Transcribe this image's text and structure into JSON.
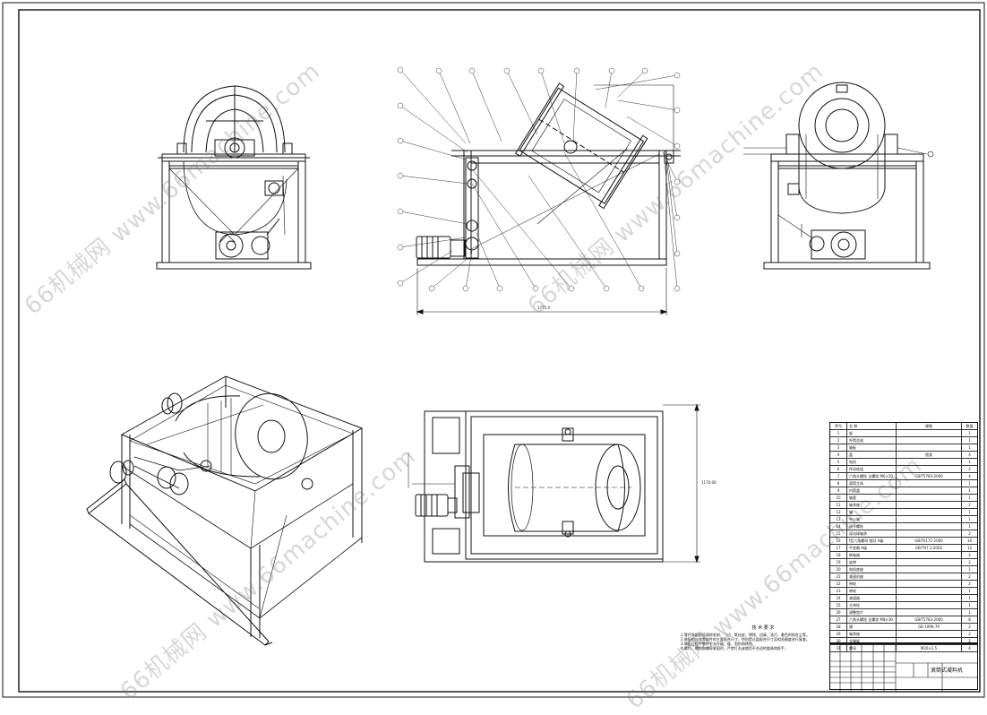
{
  "watermark_text": "66机械网 www.66machine.com",
  "dimensions": {
    "front_width": "1775.0",
    "top_height": "1170.00"
  },
  "notes": {
    "title": "技 术 要 求",
    "lines": [
      "1.零件装配前须清除毛刺、飞边、氧化皮、锈蚀、切屑、油污、着色剂和灰尘等。",
      "2.装配前应对零部件的主要配合尺寸，特别是过盈配合尺寸及相关精度进行复查。",
      "3.装配过程中零件不允许磕、碰、划伤和锈蚀。",
      "4.螺钉、螺栓和螺母紧固时，严禁打击或使用不合适的旋具和扳手。"
    ]
  },
  "bom": {
    "headers": [
      "序号",
      "名 称",
      "规格",
      "数量"
    ],
    "rows": [
      [
        "1",
        "架",
        "",
        "1"
      ],
      [
        "2",
        "外筒总成",
        "",
        "1"
      ],
      [
        "3",
        "轴板",
        "",
        "1"
      ],
      [
        "4",
        "盖",
        "锁紧",
        "4"
      ],
      [
        "5",
        "电机",
        "",
        "1"
      ],
      [
        "6",
        "传动轮组",
        "",
        "2"
      ],
      [
        "7",
        "六角头螺栓 全螺纹 M6×20",
        "GB/T5783-2000",
        "4"
      ],
      [
        "8",
        "滚筒主体",
        "",
        "1"
      ],
      [
        "9",
        "内筒盖",
        "",
        "1"
      ],
      [
        "10",
        "轴套",
        "",
        "1"
      ],
      [
        "11",
        "轴承座",
        "",
        "2"
      ],
      [
        "12",
        "轴",
        "",
        "1"
      ],
      [
        "13",
        "中心轴",
        "",
        "1"
      ],
      [
        "14",
        "调节螺栓",
        "",
        "1"
      ],
      [
        "15",
        "深沟球轴承",
        "",
        "2"
      ],
      [
        "16",
        "I型六角螺母 细牙 A级",
        "GB/T6171-2000",
        "16"
      ],
      [
        "17",
        "平垫圈 A级",
        "GB/T97.1-2002",
        "12"
      ],
      [
        "18",
        "联轴器",
        "",
        "2"
      ],
      [
        "19",
        "皮带",
        "",
        "2"
      ],
      [
        "20",
        "电机底座",
        "",
        "1"
      ],
      [
        "21",
        "减速机座",
        "",
        "2"
      ],
      [
        "22",
        "带轮",
        "",
        "2"
      ],
      [
        "23",
        "带轮",
        "",
        "1"
      ],
      [
        "24",
        "减速器",
        "",
        "1"
      ],
      [
        "25",
        "主带轮",
        "",
        "1"
      ],
      [
        "26",
        "调整垫片",
        "",
        "1"
      ],
      [
        "27",
        "六角头螺栓 全螺纹 M8×30",
        "GB/T5783-2000",
        "8"
      ],
      [
        "28",
        "键",
        "GB 1096-79",
        "2"
      ],
      [
        "29",
        "轴承座",
        "",
        "2"
      ],
      [
        "30",
        "支撑架",
        "",
        "2"
      ],
      [
        "31",
        "螺母",
        "M20×2.5",
        "4"
      ]
    ]
  },
  "title_block": {
    "title": "滚筒式凝料机"
  },
  "colors": {
    "line": "#111111",
    "leader": "#333333",
    "watermark": "#9a9a9a"
  }
}
